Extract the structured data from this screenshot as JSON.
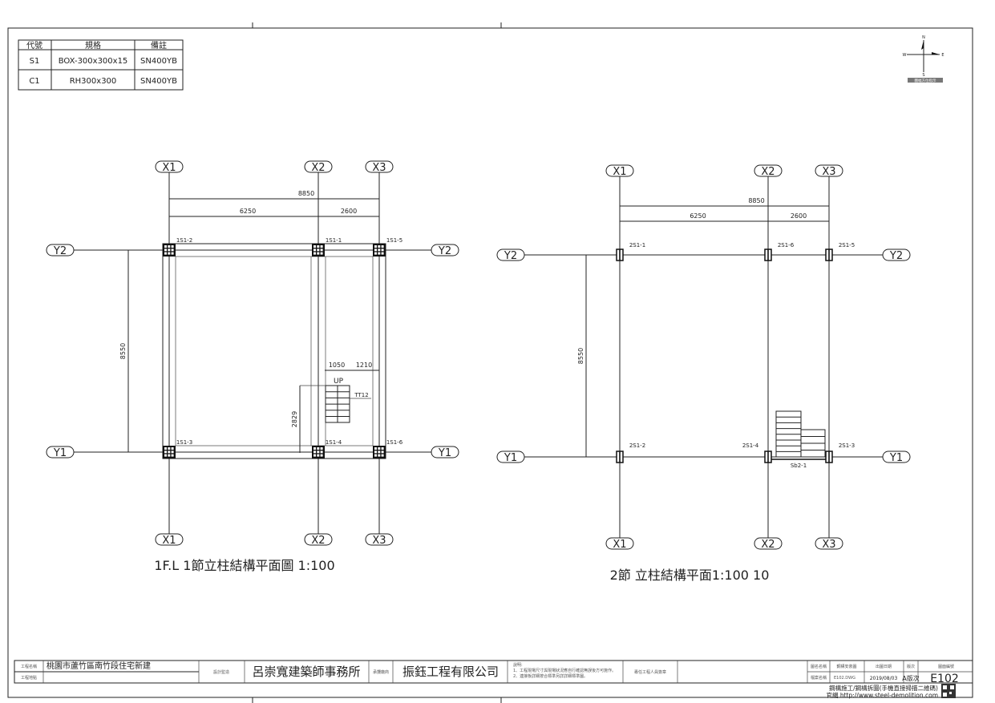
{
  "legend_table": {
    "headers": [
      "代號",
      "規格",
      "備註"
    ],
    "rows": [
      [
        "S1",
        "BOX-300x300x15",
        "SN400YB"
      ],
      [
        "C1",
        "RH300x300",
        "SN400YB"
      ]
    ]
  },
  "compass": {
    "n": "N",
    "s": "S",
    "e": "E",
    "w": "W",
    "caption": "圖幅方位指示"
  },
  "plan1": {
    "title": "1F.L 1節立柱結構平面圖  1:100",
    "grid_x": [
      "X1",
      "X2",
      "X3"
    ],
    "grid_y": [
      "Y2",
      "Y1"
    ],
    "dims": {
      "total": "8850",
      "left": "6250",
      "right": "2600",
      "vertical": "8550"
    },
    "columns": [
      "1S1-2",
      "1S1-1",
      "1S1-5",
      "1S1-3",
      "1S1-4",
      "1S1-6"
    ],
    "stair": {
      "dim_a": "1050",
      "dim_b": "1210",
      "up": "UP",
      "tag": "TT12",
      "height": "2829"
    }
  },
  "plan2": {
    "title": "2節 立柱結構平面1:100 10",
    "grid_x": [
      "X1",
      "X2",
      "X3"
    ],
    "grid_y": [
      "Y2",
      "Y1"
    ],
    "dims": {
      "total": "8850",
      "left": "6250",
      "right": "2600",
      "vertical": "8550"
    },
    "columns": [
      "2S1-1",
      "2S1-6",
      "2S1-5",
      "2S1-2",
      "2S1-4",
      "2S1-3"
    ],
    "beam": "Sb2-1"
  },
  "title_block": {
    "project_label": "工程名稱",
    "project_name": "桃園市蘆竹區南竹段住宅新建",
    "location_label": "工程地點",
    "design_label": "設計監造",
    "architect": "呂崇寬建築師事務所",
    "contractor_label": "承攬廠商",
    "contractor": "振鈺工程有限公司",
    "notes_label": "說明:",
    "note1": "1、工程現場尺寸與現場狀況應自行確認無誤後方可施作。",
    "note2": "2、連接板詳細按合標準另詳詳細標準圖。",
    "sign_label": "專任工程人員簽章",
    "drawing_name_label": "圖名名稱",
    "drawing_name": "鋼構安裝圖",
    "file_label": "檔案名稱",
    "file_name": "E102.DWG",
    "date_label": "出圖日期",
    "date": "2019/08/03",
    "version_label": "版次",
    "version": "A版次",
    "number_label": "圖面編號",
    "number": "E102",
    "footer1": "鋼構施工/鋼構拆圖(手機直接掃描二維碼)",
    "footer2": "官網 http://www.steel-demolition.com"
  }
}
